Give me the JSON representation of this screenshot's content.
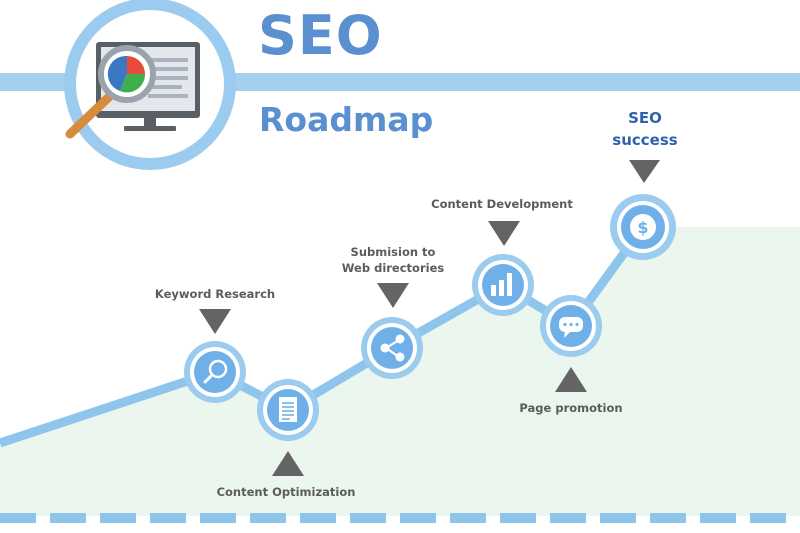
{
  "header": {
    "title_line1": "SEO",
    "title_line2": "Roadmap"
  },
  "colors": {
    "accent": "#5a8fd0",
    "band": "#a5cfee",
    "ring": "#9ccbf0",
    "path": "#8ec5ec",
    "node_fill": "#6fb0e8",
    "area": "#eaf6ee",
    "label": "#5b5b5b",
    "goal_label": "#2f62ad",
    "pointer": "#646464"
  },
  "steps": [
    {
      "id": "keyword-research",
      "label_lines": [
        "Keyword Research"
      ],
      "icon": "magnifier-icon"
    },
    {
      "id": "content-optimization",
      "label_lines": [
        "Content Optimization"
      ],
      "icon": "document-icon"
    },
    {
      "id": "web-directories",
      "label_lines": [
        "Submision to",
        "Web directories"
      ],
      "icon": "share-icon"
    },
    {
      "id": "content-development",
      "label_lines": [
        "Content Development"
      ],
      "icon": "bar-chart-icon"
    },
    {
      "id": "page-promotion",
      "label_lines": [
        "Page promotion"
      ],
      "icon": "speech-bubble-icon"
    },
    {
      "id": "seo-success",
      "label_lines": [
        "SEO",
        "success"
      ],
      "icon": "dollar-coin-icon"
    }
  ]
}
